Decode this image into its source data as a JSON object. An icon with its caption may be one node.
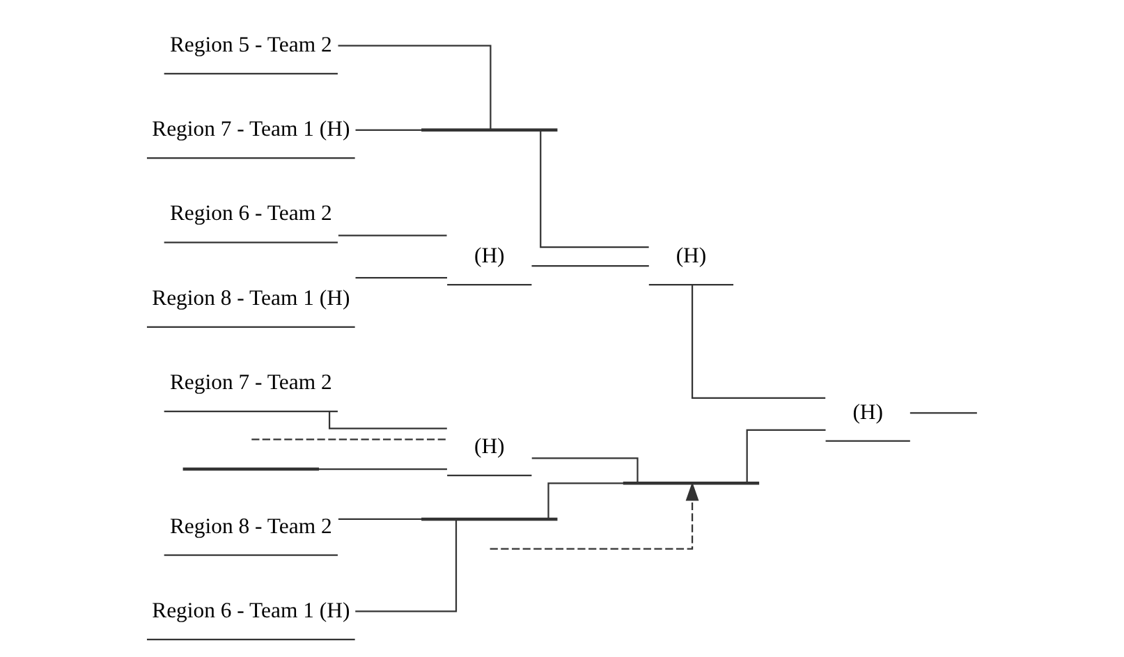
{
  "diagram": {
    "nodes": [
      {
        "text": [],
        "shape": "bar"
      },
      {
        "text": [
          "Region 7 - Team 2"
        ]
      },
      {
        "text": [
          "Region 6 - Team 1 (H)"
        ]
      },
      {
        "text": [
          "Region 8 - Team 2"
        ]
      },
      {
        "text": [
          "Region 8 - Team 1 (H)"
        ]
      },
      {
        "text": [
          "Region 6 - Team 2"
        ]
      },
      {
        "text": [
          "Region 7 - Team 1 (H)"
        ]
      },
      {
        "text": [
          "Region 5 - Team 2"
        ]
      },
      {
        "text": [
          "(H)"
        ]
      },
      {
        "text": [],
        "shape": "bar"
      },
      {
        "text": [
          "(H)"
        ]
      },
      {
        "text": [],
        "shape": "bar"
      },
      {
        "text": [],
        "shape": "bar"
      },
      {
        "text": [
          "(H)"
        ]
      },
      {
        "text": [
          "(H)"
        ]
      }
    ],
    "edges": [
      {
        "from": 0,
        "to": 8,
        "arrow": "none"
      },
      {
        "from": 1,
        "to": 8,
        "arrow": "none"
      },
      {
        "from": 2,
        "to": 9,
        "arrow": "none"
      },
      {
        "from": 3,
        "to": 9,
        "arrow": "none"
      },
      {
        "from": 4,
        "to": 10,
        "arrow": "none"
      },
      {
        "from": 5,
        "to": 10,
        "arrow": "none"
      },
      {
        "from": 6,
        "to": 11,
        "arrow": "none"
      },
      {
        "from": 7,
        "to": 11,
        "arrow": "none"
      },
      {
        "from": 8,
        "to": 12,
        "arrow": "none"
      },
      {
        "from": 9,
        "to": 12,
        "arrow": "none"
      },
      {
        "from": 10,
        "to": 13,
        "arrow": "none"
      },
      {
        "from": 11,
        "to": 13,
        "arrow": "none"
      },
      {
        "from": 12,
        "to": 14,
        "arrow": "none"
      },
      {
        "from": 13,
        "to": 14,
        "arrow": "none"
      },
      {
        "from": 14,
        "to": null,
        "arrow": "none"
      },
      {
        "from": null,
        "to": 12,
        "arrow": "to",
        "style": "dashed"
      },
      {
        "from": null,
        "to": 8,
        "arrow": "none",
        "style": "dashed"
      }
    ]
  }
}
